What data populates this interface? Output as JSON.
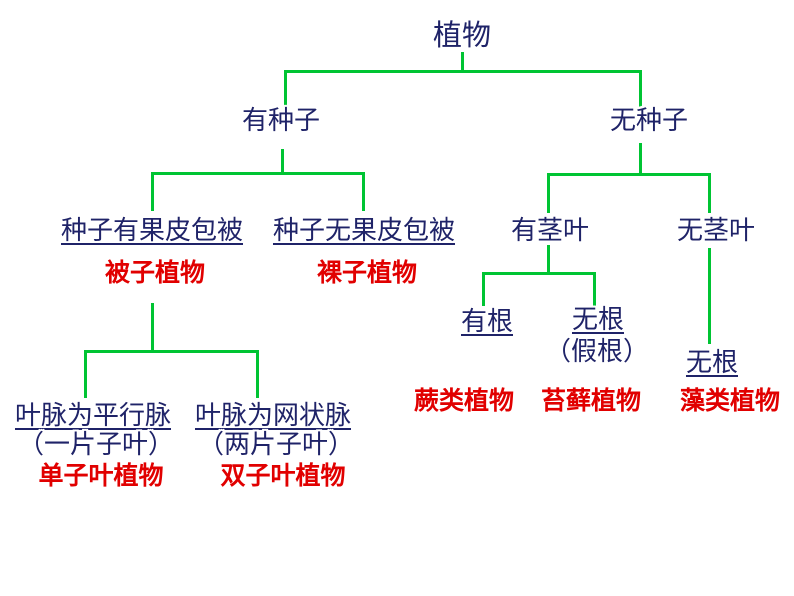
{
  "colors": {
    "background": "#FFFFFF",
    "line_green": "#00C433",
    "text_navy": "#1F2368",
    "text_red": "#E10000"
  },
  "tree": {
    "root": "植物",
    "has_seed": "有种子",
    "no_seed": "无种子",
    "seed_covered": "种子有果皮包被",
    "seed_uncovered": "种子无果皮包被",
    "angiosperm": "被子植物",
    "gymnosperm": "裸子植物",
    "parallel_vein": "叶脉为平行脉",
    "one_cotyledon": "（一片子叶）",
    "monocot": "单子叶植物",
    "net_vein": "叶脉为网状脉",
    "two_cotyledons": "（两片子叶）",
    "dicot": "双子叶植物",
    "has_stem_leaf": "有茎叶",
    "no_stem_leaf": "无茎叶",
    "has_root": "有根",
    "no_root_rhizoid": "无根",
    "rhizoid_note": "（假根）",
    "fern": "蕨类植物",
    "moss": "苔藓植物",
    "no_root": "无根",
    "algae": "藻类植物"
  }
}
